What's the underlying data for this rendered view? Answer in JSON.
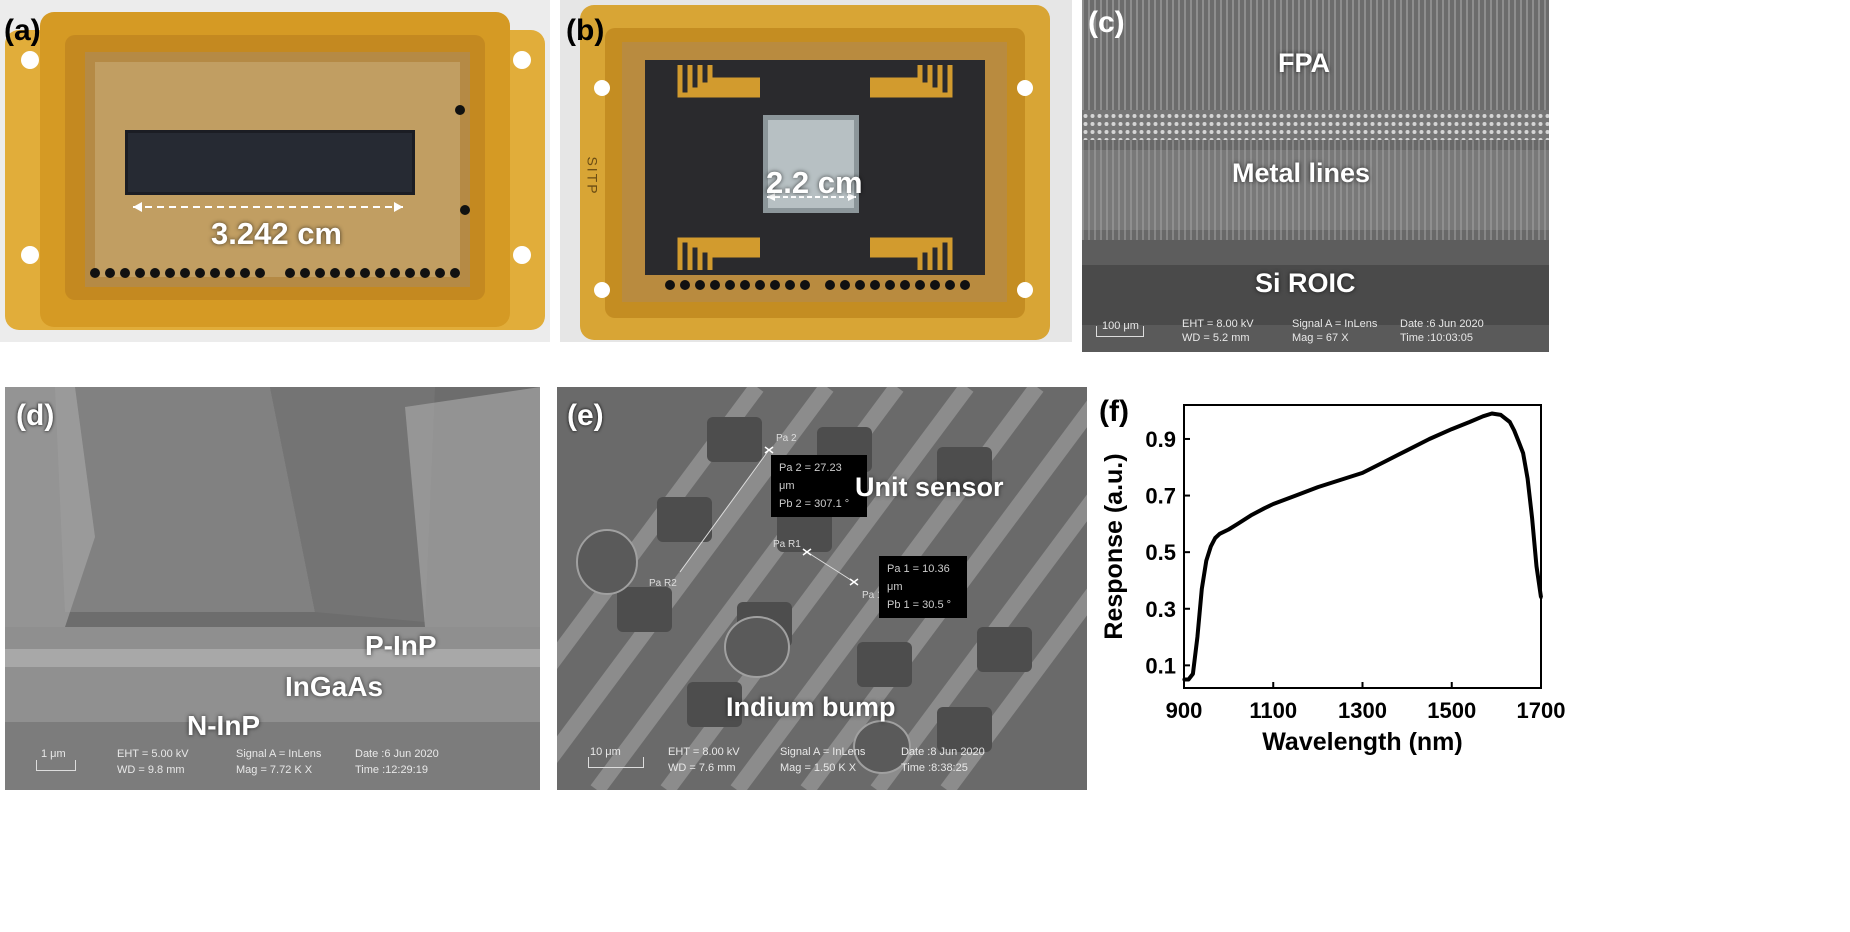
{
  "panels": {
    "a": {
      "label": "(a)",
      "dimension": "3.242 cm"
    },
    "b": {
      "label": "(b)",
      "dimension": "2.2 cm",
      "stamp": "SITP"
    },
    "c": {
      "label": "(c)",
      "fpa": "FPA",
      "metal": "Metal lines",
      "roic": "Si ROIC",
      "scale": "100 μm",
      "eht": "EHT =  8.00 kV",
      "wd": "WD = 5.2 mm",
      "signal": "Signal A = InLens",
      "mag": "Mag =    67 X",
      "date": "Date :6 Jun 2020",
      "time": "Time :10:03:05"
    },
    "d": {
      "label": "(d)",
      "pinp": "P-InP",
      "ingaas": "InGaAs",
      "ninp": "N-InP",
      "scale": "1 μm",
      "eht": "EHT =  5.00 kV",
      "wd": "WD =  9.8 mm",
      "signal": "Signal A = InLens",
      "mag": "Mag =   7.72 K X",
      "date": "Date :6 Jun 2020",
      "time": "Time :12:29:19"
    },
    "e": {
      "label": "(e)",
      "unit": "Unit sensor",
      "indium": "Indium bump",
      "pa2": "Pa 2",
      "par2": "Pa R2",
      "par1": "Pa R1",
      "pa1": "Pa 1",
      "m2a": "Pa 2 = 27.23 μm",
      "m2b": "Pb 2 = 307.1 °",
      "m1a": "Pa 1 = 10.36 μm",
      "m1b": "Pb 1 =  30.5 °",
      "scale": "10 μm",
      "eht": "EHT =  8.00 kV",
      "wd": "WD =  7.6 mm",
      "signal": "Signal A = InLens",
      "mag": "Mag =   1.50 K X",
      "date": "Date :8 Jun 2020",
      "time": "Time :8:38:25"
    },
    "f": {
      "label": "(f)"
    }
  },
  "chart_data": {
    "type": "line",
    "xlabel": "Wavelength (nm)",
    "ylabel": "Response (a.u.)",
    "xlim": [
      900,
      1700
    ],
    "ylim": [
      0.02,
      1.02
    ],
    "xticks": [
      900,
      1100,
      1300,
      1500,
      1700
    ],
    "yticks": [
      0.1,
      0.3,
      0.5,
      0.7,
      0.9
    ],
    "series": [
      {
        "x": [
          900,
          910,
          920,
          930,
          940,
          950,
          960,
          970,
          980,
          1000,
          1020,
          1050,
          1080,
          1100,
          1150,
          1200,
          1250,
          1300,
          1350,
          1400,
          1450,
          1500,
          1540,
          1570,
          1590,
          1610,
          1630,
          1640,
          1650,
          1660,
          1670,
          1680,
          1690,
          1700
        ],
        "y": [
          0.05,
          0.05,
          0.07,
          0.2,
          0.37,
          0.47,
          0.52,
          0.55,
          0.565,
          0.58,
          0.6,
          0.63,
          0.655,
          0.67,
          0.7,
          0.73,
          0.755,
          0.78,
          0.82,
          0.86,
          0.9,
          0.935,
          0.96,
          0.98,
          0.99,
          0.985,
          0.96,
          0.93,
          0.89,
          0.85,
          0.76,
          0.62,
          0.45,
          0.34
        ]
      }
    ],
    "grid": false
  }
}
